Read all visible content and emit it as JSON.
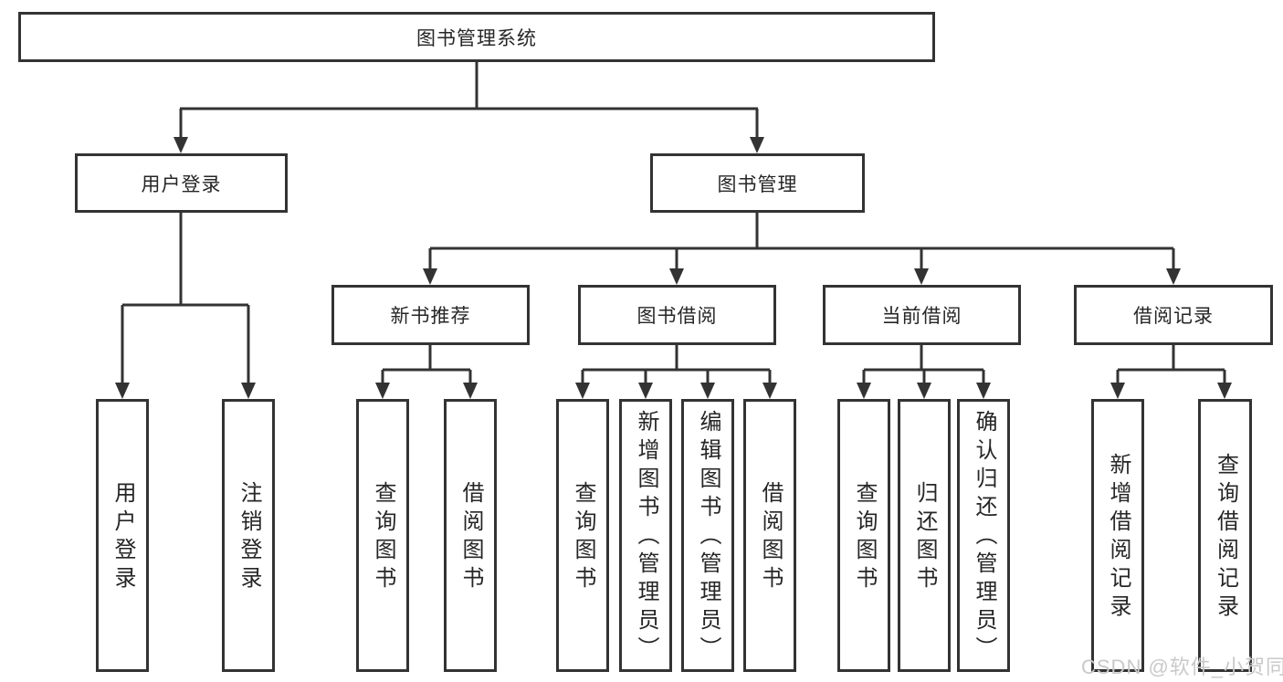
{
  "diagram": {
    "root": {
      "label": "图书管理系统"
    },
    "branches": [
      {
        "label": "用户登录",
        "children": [
          {
            "label": "用户登录"
          },
          {
            "label": "注销登录"
          }
        ]
      },
      {
        "label": "图书管理",
        "sections": [
          {
            "label": "新书推荐",
            "children": [
              {
                "label": "查询图书"
              },
              {
                "label": "借阅图书"
              }
            ]
          },
          {
            "label": "图书借阅",
            "children": [
              {
                "label": "查询图书"
              },
              {
                "label": "新增图书（管理员）"
              },
              {
                "label": "编辑图书（管理员）"
              },
              {
                "label": "借阅图书"
              }
            ]
          },
          {
            "label": "当前借阅",
            "children": [
              {
                "label": "查询图书"
              },
              {
                "label": "归还图书"
              },
              {
                "label": "确认归还（管理员）"
              }
            ]
          },
          {
            "label": "借阅记录",
            "children": [
              {
                "label": "新增借阅记录"
              },
              {
                "label": "查询借阅记录"
              }
            ]
          }
        ]
      }
    ]
  },
  "watermark": {
    "text": "CSDN @软件_小贺同学"
  },
  "colors": {
    "line": "#333333",
    "text": "#262626",
    "watermark": "#c9c9c9",
    "background": "#ffffff"
  }
}
